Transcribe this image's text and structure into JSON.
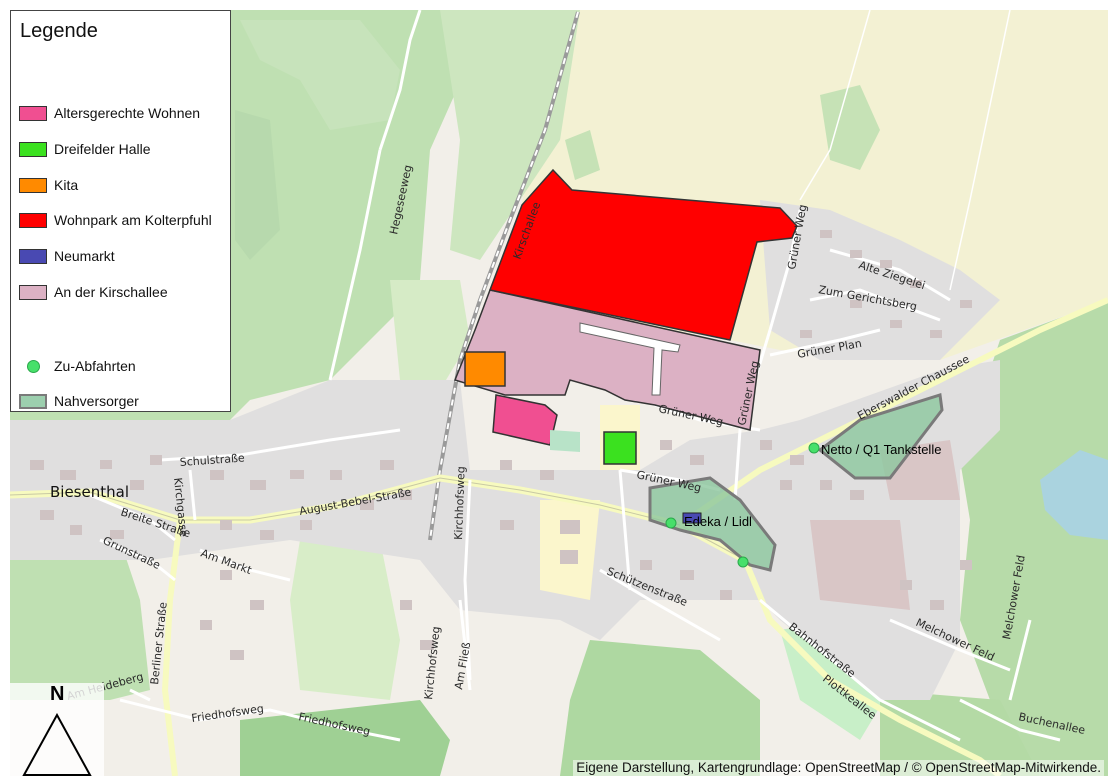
{
  "legend": {
    "title": "Legende",
    "items": [
      {
        "label": "Altersgerechte Wohnen",
        "color": "#f04f91",
        "kind": "area"
      },
      {
        "label": "Dreifelder Halle",
        "color": "#3be11f",
        "kind": "area"
      },
      {
        "label": "Kita",
        "color": "#ff8a00",
        "kind": "area"
      },
      {
        "label": "Wohnpark am Kolterpfuhl",
        "color": "#ff0000",
        "kind": "area"
      },
      {
        "label": "Neumarkt",
        "color": "#4949b2",
        "kind": "area"
      },
      {
        "label": "An der Kirschallee",
        "color": "#dcb1c4",
        "kind": "area"
      },
      {
        "label": "Zu-Abfahrten",
        "color": "#47e06a",
        "kind": "point"
      },
      {
        "label": "Nahversorger",
        "color": "#9ccfae",
        "kind": "area-outline"
      }
    ]
  },
  "map": {
    "place": "Biesenthal",
    "streets": {
      "hegeseeweg": "Hegeseeweg",
      "kirschallee": "Kirschallee",
      "gruener_weg_ne": "Grüner Weg",
      "alte_ziegelei": "Alte Ziegelei",
      "zum_gerichtsberg": "Zum Gerichtsberg",
      "gruener_plan": "Grüner Plan",
      "gruener_weg_mid": "Grüner Weg",
      "gruener_weg_vert": "Grüner Weg",
      "gruener_weg_south": "Grüner Weg",
      "eberswalder_chaussee": "Eberswalder Chaussee",
      "schulstrasse": "Schulstraße",
      "august_bebel": "August-Bebel-Straße",
      "kirchhofsweg_n": "Kirchhofsweg",
      "breite_strasse": "Breite Straße",
      "kirchgasse": "Kirchgasse",
      "grunstrasse": "Grunstraße",
      "am_markt": "Am Markt",
      "schuetzenstrasse": "Schützenstraße",
      "berliner_strasse": "Berliner Straße",
      "kirchhofsweg_s": "Kirchhofsweg",
      "am_fliess": "Am Fließ",
      "am_heideberg": "Am Heideberg",
      "friedhofsweg_1": "Friedhofsweg",
      "friedhofsweg_2": "Friedhofsweg",
      "bahnhofstrasse": "Bahnhofstraße",
      "plottkeallee": "Plottkeallee",
      "melchower_feld_1": "Melchower Feld",
      "melchower_feld_2": "Melchower Feld",
      "buchenallee": "Buchenallee"
    },
    "pois": {
      "netto": "Netto / Q1 Tankstelle",
      "edeka": "Edeka / Lidl"
    }
  },
  "north_arrow": {
    "letter": "N"
  },
  "attribution": "Eigene Darstellung, Kartengrundlage: OpenStreetMap / © OpenStreetMap-Mitwirkende."
}
